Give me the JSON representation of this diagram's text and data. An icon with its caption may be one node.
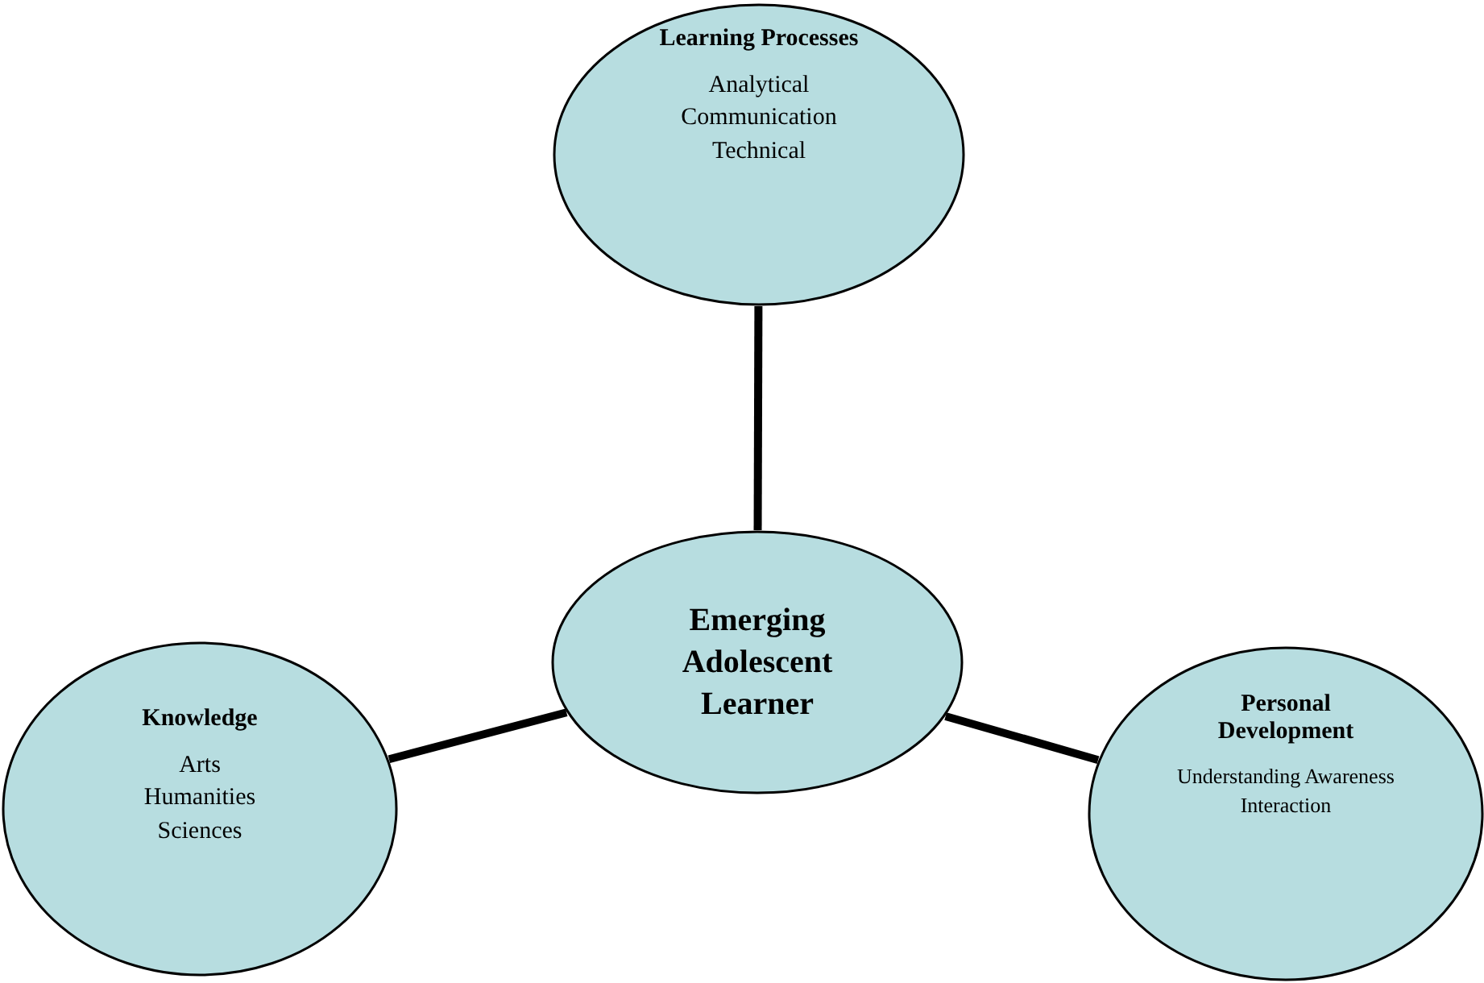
{
  "diagram": {
    "nodes": [
      {
        "text": [
          "Learning Processes",
          "Analytical Communication Technical"
        ]
      },
      {
        "text": [
          "Emerging Adolescent Learner"
        ]
      },
      {
        "text": [
          "Knowledge",
          "Arts Humanities Sciences"
        ]
      },
      {
        "text": [
          "Personal Development",
          "Understanding Awareness Interaction"
        ]
      }
    ],
    "edges": [
      {
        "from": 0,
        "to": 1,
        "arrow": "none"
      },
      {
        "from": 1,
        "to": 2,
        "arrow": "none"
      },
      {
        "from": 1,
        "to": 3,
        "arrow": "none"
      }
    ]
  }
}
